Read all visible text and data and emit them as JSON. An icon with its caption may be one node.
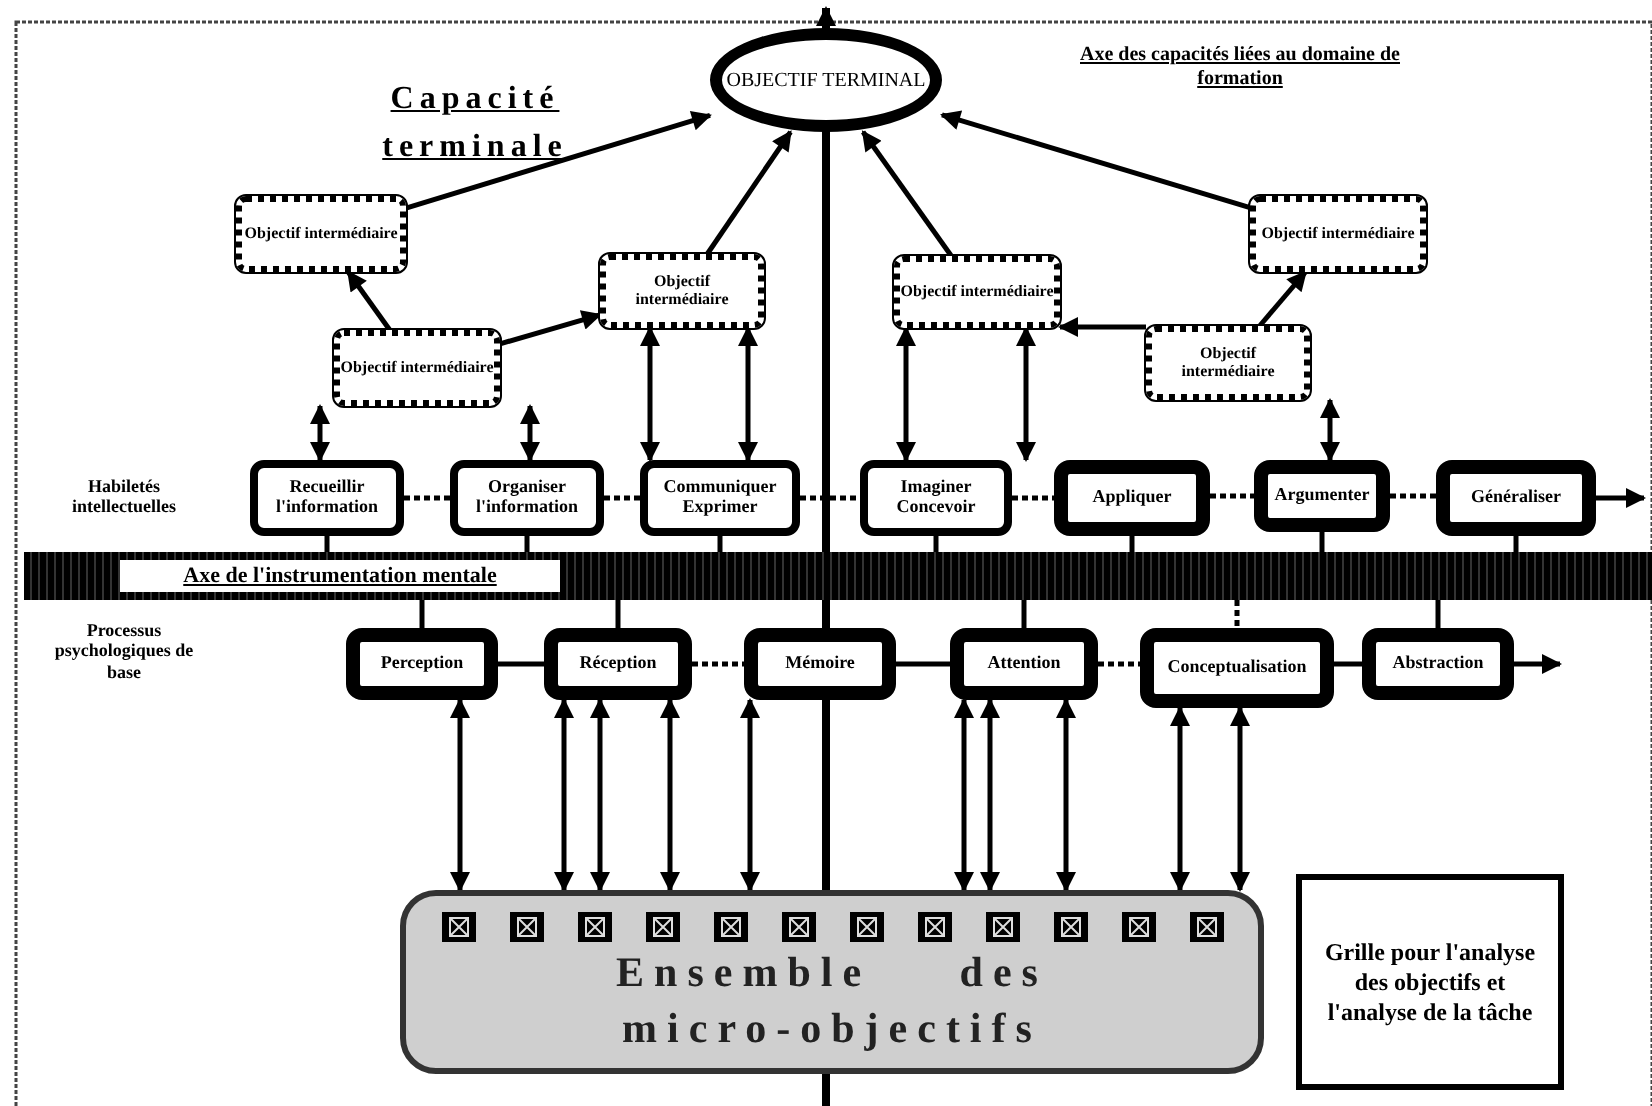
{
  "diagram": {
    "nodes": [
      {
        "text": [
          "OBJECTIF TERMINAL"
        ]
      },
      {
        "text": [
          "Objectif intermédiaire"
        ]
      },
      {
        "text": [
          "Objectif intermédiaire"
        ]
      },
      {
        "text": [
          "Objectif intermédiaire"
        ]
      },
      {
        "text": [
          "Objectif intermédiaire"
        ]
      },
      {
        "text": [
          "Objectif intermédiaire"
        ]
      },
      {
        "text": [
          "Objectif intermédiaire"
        ]
      },
      {
        "text": [
          "Recueillir l'information"
        ]
      },
      {
        "text": [
          "Organiser l'information"
        ]
      },
      {
        "text": [
          "Communiquer Exprimer"
        ]
      },
      {
        "text": [
          "Imaginer Concevoir"
        ]
      },
      {
        "text": [
          "Appliquer"
        ]
      },
      {
        "text": [
          "Argumenter"
        ]
      },
      {
        "text": [
          "Généraliser"
        ]
      },
      {
        "text": [
          "Axe de l'instrumentation mentale"
        ]
      },
      {
        "text": [
          "Perception"
        ]
      },
      {
        "text": [
          "Réception"
        ]
      },
      {
        "text": [
          "Mémoire"
        ]
      },
      {
        "text": [
          "Attention"
        ]
      },
      {
        "text": [
          "Conceptualisation"
        ]
      },
      {
        "text": [
          "Abstraction"
        ]
      },
      {
        "text": [
          "Ensemble des micro-objectifs"
        ]
      },
      {
        "text": [
          "Grille pour l'analyse des objectifs et l'analyse de la tâche"
        ]
      }
    ],
    "edges": [
      {
        "from": 1,
        "to": 0,
        "arrow": "to"
      },
      {
        "from": 3,
        "to": 0,
        "arrow": "to"
      },
      {
        "from": 5,
        "to": 1,
        "arrow": "to"
      },
      {
        "from": 5,
        "to": 3,
        "arrow": "to"
      },
      {
        "from": 4,
        "to": 0,
        "arrow": "to"
      },
      {
        "from": 2,
        "to": 0,
        "arrow": "to"
      },
      {
        "from": 6,
        "to": 4,
        "arrow": "to"
      },
      {
        "from": 6,
        "to": 2,
        "arrow": "to"
      },
      {
        "from": 7,
        "to": 8,
        "arrow": "none",
        "style": "dashed"
      },
      {
        "from": 8,
        "to": 9,
        "arrow": "none",
        "style": "dashed"
      },
      {
        "from": 9,
        "to": 10,
        "arrow": "none",
        "style": "dashed"
      },
      {
        "from": 10,
        "to": 11,
        "arrow": "none",
        "style": "dashed"
      },
      {
        "from": 11,
        "to": 12,
        "arrow": "none",
        "style": "dashed"
      },
      {
        "from": 12,
        "to": 13,
        "arrow": "none",
        "style": "dashed"
      },
      {
        "from": 13,
        "to": null,
        "arrow": "to"
      },
      {
        "from": 7,
        "to": 14,
        "arrow": "none"
      },
      {
        "from": 8,
        "to": 14,
        "arrow": "none"
      },
      {
        "from": 9,
        "to": 14,
        "arrow": "none"
      },
      {
        "from": 10,
        "to": 14,
        "arrow": "none"
      },
      {
        "from": 11,
        "to": 14,
        "arrow": "none"
      },
      {
        "from": 12,
        "to": 14,
        "arrow": "none"
      },
      {
        "from": 13,
        "to": 14,
        "arrow": "none"
      },
      {
        "from": 14,
        "to": 15,
        "arrow": "none"
      },
      {
        "from": 14,
        "to": 16,
        "arrow": "none"
      },
      {
        "from": 14,
        "to": 18,
        "arrow": "none"
      },
      {
        "from": 14,
        "to": 19,
        "arrow": "none",
        "style": "dashed"
      },
      {
        "from": 14,
        "to": 20,
        "arrow": "none"
      },
      {
        "from": 15,
        "to": 16,
        "arrow": "none"
      },
      {
        "from": 16,
        "to": 17,
        "arrow": "none",
        "style": "dashed"
      },
      {
        "from": 17,
        "to": 18,
        "arrow": "none"
      },
      {
        "from": 18,
        "to": 19,
        "arrow": "none",
        "style": "dashed"
      },
      {
        "from": 19,
        "to": 20,
        "arrow": "none"
      },
      {
        "from": 20,
        "to": null,
        "arrow": "to"
      },
      {
        "from": 5,
        "to": 7,
        "arrow": "both"
      },
      {
        "from": 5,
        "to": 8,
        "arrow": "both"
      },
      {
        "from": 3,
        "to": 9,
        "arrow": "both"
      },
      {
        "from": 3,
        "to": 9,
        "arrow": "both"
      },
      {
        "from": 4,
        "to": 10,
        "arrow": "both"
      },
      {
        "from": 4,
        "to": 11,
        "arrow": "both"
      },
      {
        "from": 6,
        "to": 12,
        "arrow": "both"
      },
      {
        "from": 15,
        "to": 21,
        "arrow": "both"
      },
      {
        "from": 16,
        "to": 21,
        "arrow": "both"
      },
      {
        "from": 16,
        "to": 21,
        "arrow": "both"
      },
      {
        "from": 16,
        "to": 21,
        "arrow": "both"
      },
      {
        "from": 17,
        "to": 21,
        "arrow": "both"
      },
      {
        "from": 18,
        "to": 21,
        "arrow": "both"
      },
      {
        "from": 18,
        "to": 21,
        "arrow": "both"
      },
      {
        "from": 18,
        "to": 21,
        "arrow": "both"
      },
      {
        "from": 19,
        "to": 21,
        "arrow": "both"
      },
      {
        "from": 19,
        "to": 21,
        "arrow": "both"
      }
    ],
    "labels": [
      "Capacité terminale",
      "Axe des capacités liées au domaine de formation",
      "Habiletés intellectuelles",
      "Processus psychologiques de base"
    ]
  }
}
